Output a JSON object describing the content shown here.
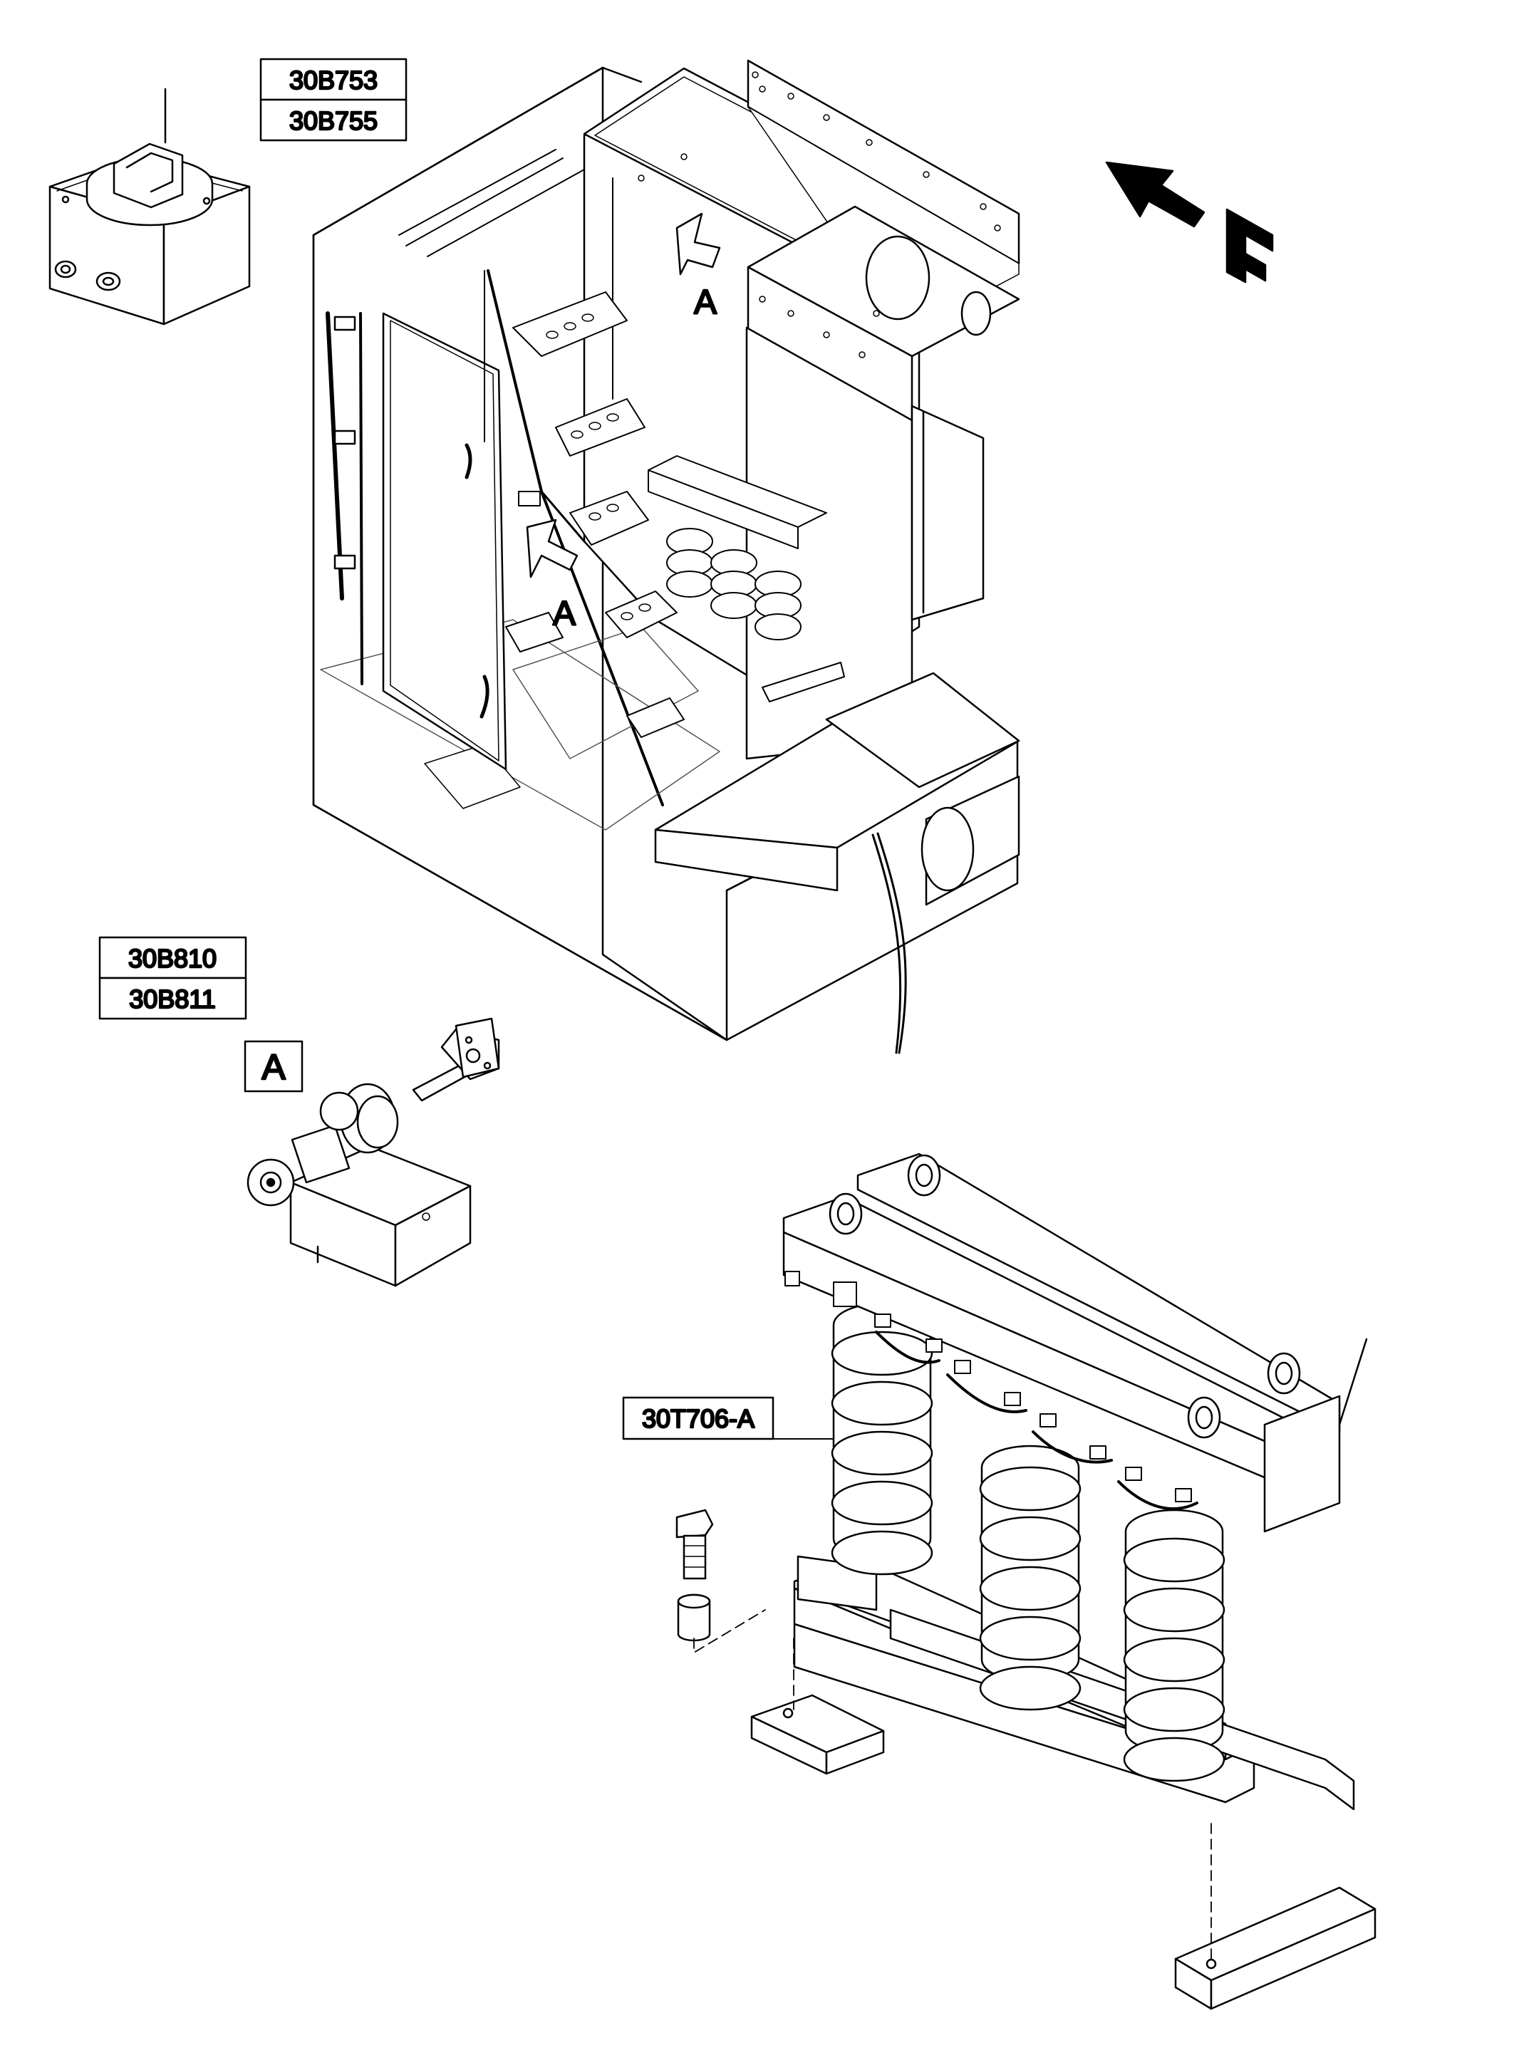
{
  "labels": {
    "switch_box_codes": [
      "30B753",
      "30B755"
    ],
    "limit_switch_codes": [
      "30B810",
      "30B811"
    ],
    "detail_marker": "A",
    "view_callouts": [
      "A",
      "A"
    ],
    "direction_marker": "F",
    "transformer_code": "30T706-A"
  },
  "colors": {
    "line": "#000000",
    "fill": "#ffffff",
    "dash": "#555555"
  }
}
